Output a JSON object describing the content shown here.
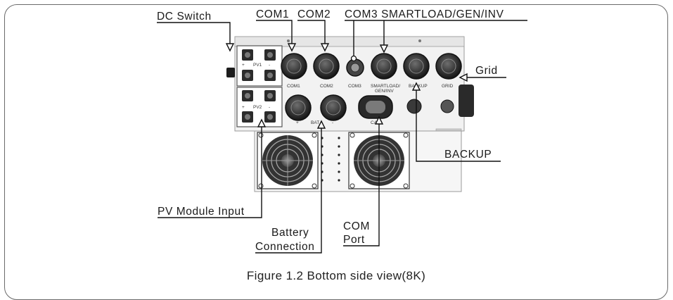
{
  "labels": {
    "dc_switch": "DC Switch",
    "com1": "COM1",
    "com2": "COM2",
    "com3_smartload": "COM3 SMARTLOAD/GEN/INV",
    "grid": "Grid",
    "backup": "BACKUP",
    "pv_module_input": "PV Module Input",
    "battery_connection_line1": "Battery",
    "battery_connection_line2": "Connection",
    "com_port_line1": "COM",
    "com_port_line2": "Port"
  },
  "device_labels": {
    "pv1": "PV1",
    "pv2": "PV2",
    "plus": "+",
    "minus": "-",
    "com1": "COM1",
    "com2": "COM2",
    "com3": "COM3",
    "smartload_line1": "SMARTLOAD/",
    "smartload_line2": "GEN/INV",
    "backup": "BACKUP",
    "grid": "GRID",
    "bat": "BAT",
    "can": "CAN"
  },
  "caption": "Figure 1.2 Bottom side view(8K)"
}
